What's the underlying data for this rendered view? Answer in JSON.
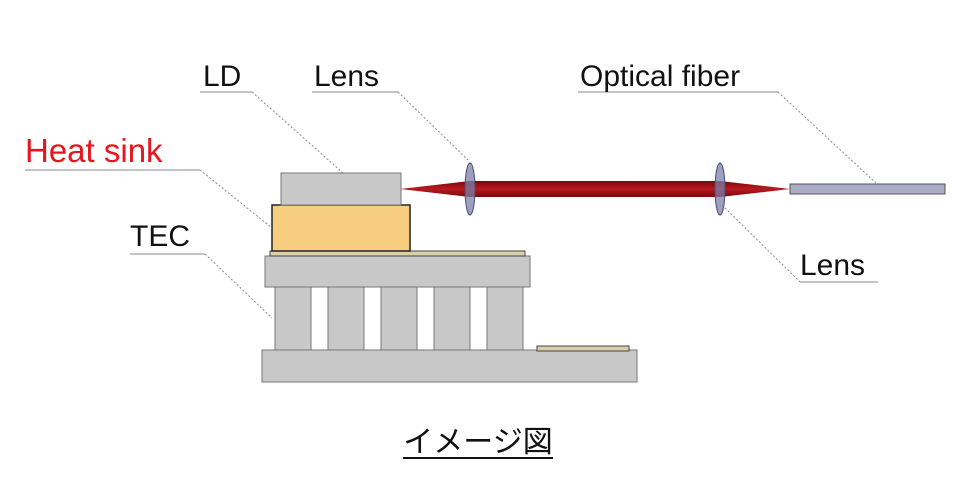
{
  "labels": {
    "ld": "LD",
    "lens_top": "Lens",
    "optical_fiber": "Optical fiber",
    "heat_sink": "Heat sink",
    "tec": "TEC",
    "lens_bottom": "Lens"
  },
  "caption": "イメージ図",
  "colors": {
    "heat_sink_label": "#e8141e",
    "heat_sink_fill": "#f7cd80",
    "beam": "#9c0c12",
    "lens": "#7b7fa8",
    "part_gray": "#c8c8c8",
    "fiber": "#a9acc4"
  }
}
